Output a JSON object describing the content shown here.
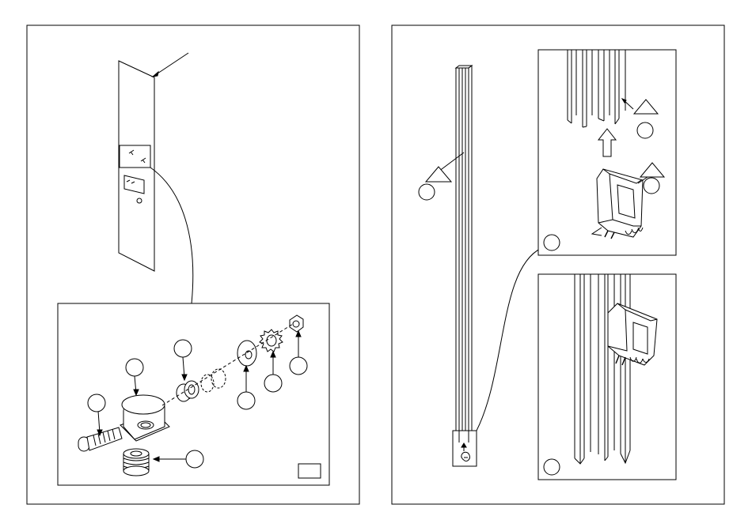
{
  "pages": [
    {
      "panel": "left",
      "callouts": [
        "",
        "",
        "",
        "",
        "",
        "",
        ""
      ],
      "page_label": ""
    },
    {
      "panel": "right",
      "callouts": [
        "",
        "",
        "",
        "",
        ""
      ],
      "warning_markers": 3
    }
  ],
  "colors": {
    "line": "#000000",
    "fill": "#ffffff",
    "shade": "#cfcfcf"
  }
}
